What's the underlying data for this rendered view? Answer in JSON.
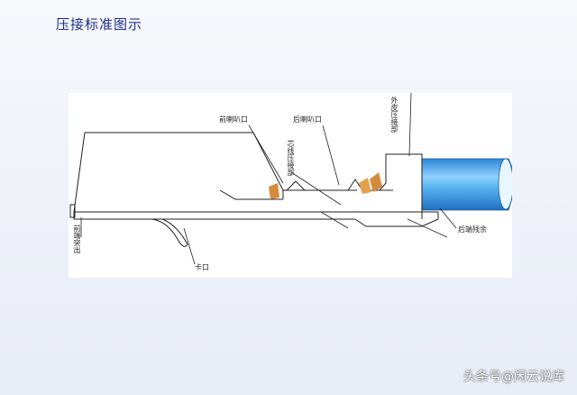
{
  "page": {
    "title": "压接标准图示"
  },
  "labels": {
    "front_flare": "前喇叭口",
    "rear_flare": "后喇叭口",
    "core_crimp": "芯线压接部",
    "jacket_crimp": "外皮压接部",
    "front_protrude": "前端突出",
    "latch": "卡口",
    "rear_remainder": "后端残余"
  },
  "watermark": "头条号@闲云说库",
  "colors": {
    "title": "#1c2f86",
    "cable_blue": "#3b9fe2",
    "conductor_copper": "#d68a3c",
    "line": "#222222"
  }
}
